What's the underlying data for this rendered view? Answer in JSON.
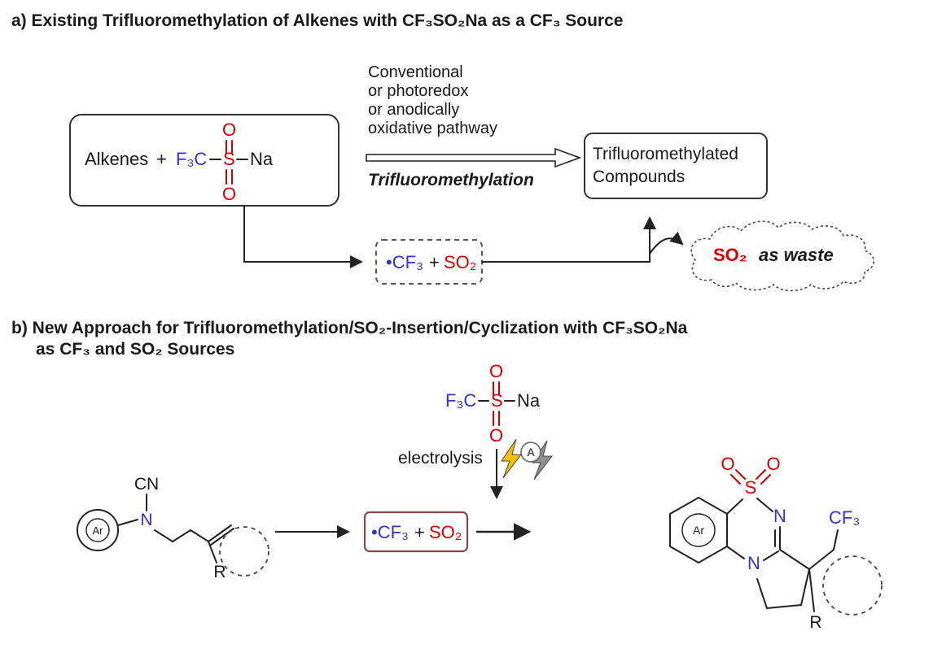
{
  "colors": {
    "blue": "#3333cc",
    "red": "#d40000",
    "text": "#1a1a1a",
    "bolt_yellow": "#f2c100",
    "bolt_gray": "#8f8f8f",
    "box_b_border": "#8b4545"
  },
  "section_a": {
    "heading": "a) Existing Trifluoromethylation of Alkenes with CF₃SO₂Na as a CF₃ Source",
    "pathway_lines": [
      "Conventional",
      "or photoredox",
      "or anodically",
      "oxidative pathway"
    ],
    "arrow_label": "Trifluoromethylation",
    "reactant_box": {
      "alkenes": "Alkenes",
      "plus": "+",
      "f3c": "F₃C",
      "s": "S",
      "o_top": "O",
      "o_bottom": "O",
      "na": "Na"
    },
    "product_box": {
      "line1": "Trifluoromethylated",
      "line2": "Compounds"
    },
    "radical_box": {
      "cf3_radical": "•CF₃",
      "plus": "+",
      "so2": "SO₂"
    },
    "cloud": {
      "so2": "SO₂",
      "label": "as waste"
    }
  },
  "section_b": {
    "heading_line1": "b)  New Approach for Trifluoromethylation/SO₂-Insertion/Cyclization with CF₃SO₂Na",
    "heading_line2": "as CF₃  and SO₂ Sources",
    "reagent": {
      "f3c": "F₃C",
      "s": "S",
      "o_top": "O",
      "o_bottom": "O",
      "na": "Na"
    },
    "conditions": {
      "electrolysis": "electrolysis",
      "electrode_label": "A"
    },
    "substrate": {
      "ar": "Ar",
      "cn": "CN",
      "n": "N",
      "r": "R"
    },
    "radical_box": {
      "cf3_radical": "•CF₃",
      "plus": "+",
      "so2": "SO₂"
    },
    "product": {
      "ar": "Ar",
      "o_left": "O",
      "o_right": "O",
      "s": "S",
      "n_imine": "N",
      "n_ring": "N",
      "cf3": "CF₃",
      "r": "R"
    }
  }
}
